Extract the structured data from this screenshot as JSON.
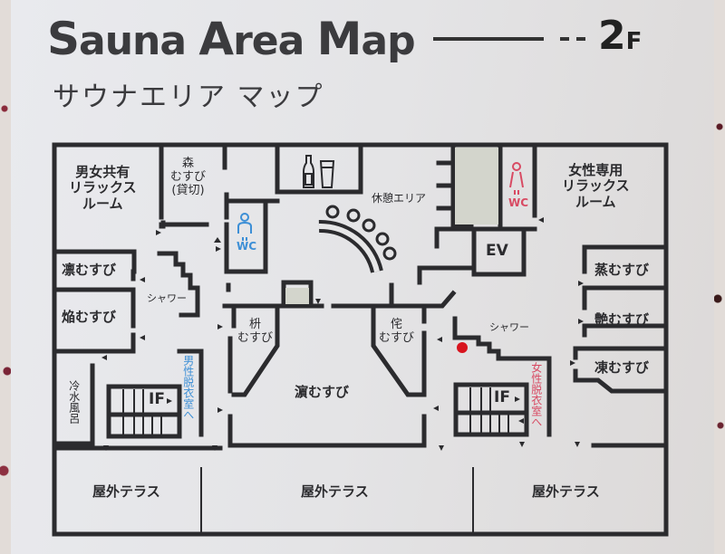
{
  "header": {
    "title_en": {
      "parts": [
        {
          "cap": "S",
          "rest": "auna "
        },
        {
          "cap": "A",
          "rest": "rea "
        },
        {
          "cap": "M",
          "rest": "ap"
        }
      ]
    },
    "title_en_full": "Sauna Area Map",
    "title_jp": "サウナエリア マップ",
    "floor": {
      "number": "2",
      "unit": "F"
    }
  },
  "rooms": {
    "shared_relax": {
      "lines": [
        "男女共有",
        "リラックス",
        "ルーム"
      ]
    },
    "mori": {
      "lines": [
        "森",
        "むすび",
        "(貸切)"
      ]
    },
    "rin": "凛むすび",
    "homura": "焔むすび",
    "cold_bath": "冷水風呂",
    "shower_left": "シャワー",
    "men_locker": "男性脱衣室へ",
    "stairs_left": "IF",
    "stairs_right": "IF",
    "masu": {
      "lines": [
        "枡",
        "むすび"
      ]
    },
    "ta": {
      "lines": [
        "侘",
        "むすび"
      ]
    },
    "hin": "濵むすび",
    "rest_area": "休憩エリア",
    "ev": "EV",
    "women_relax": {
      "lines": [
        "女性専用",
        "リラックス",
        "ルーム"
      ]
    },
    "jo": "蒸むすび",
    "en": "艶むすび",
    "tou": "凍むすび",
    "shower_right": "シャワー",
    "women_locker": "女性脱衣室へ",
    "terrace": [
      "屋外テラス",
      "屋外テラス",
      "屋外テラス"
    ]
  },
  "wc": {
    "men": {
      "label": "WC",
      "color": "#3d8fd6"
    },
    "women": {
      "label": "WC",
      "color": "#d84a63"
    }
  },
  "icons": {
    "bar": "bottle-and-glass-icon",
    "current_location": {
      "name": "you-are-here-dot",
      "color": "#d8141e"
    }
  },
  "colors": {
    "wall": "#2b2b2e",
    "men": "#3d8fd6",
    "women": "#d84a63",
    "highlight_room": "#d3d5cc"
  }
}
